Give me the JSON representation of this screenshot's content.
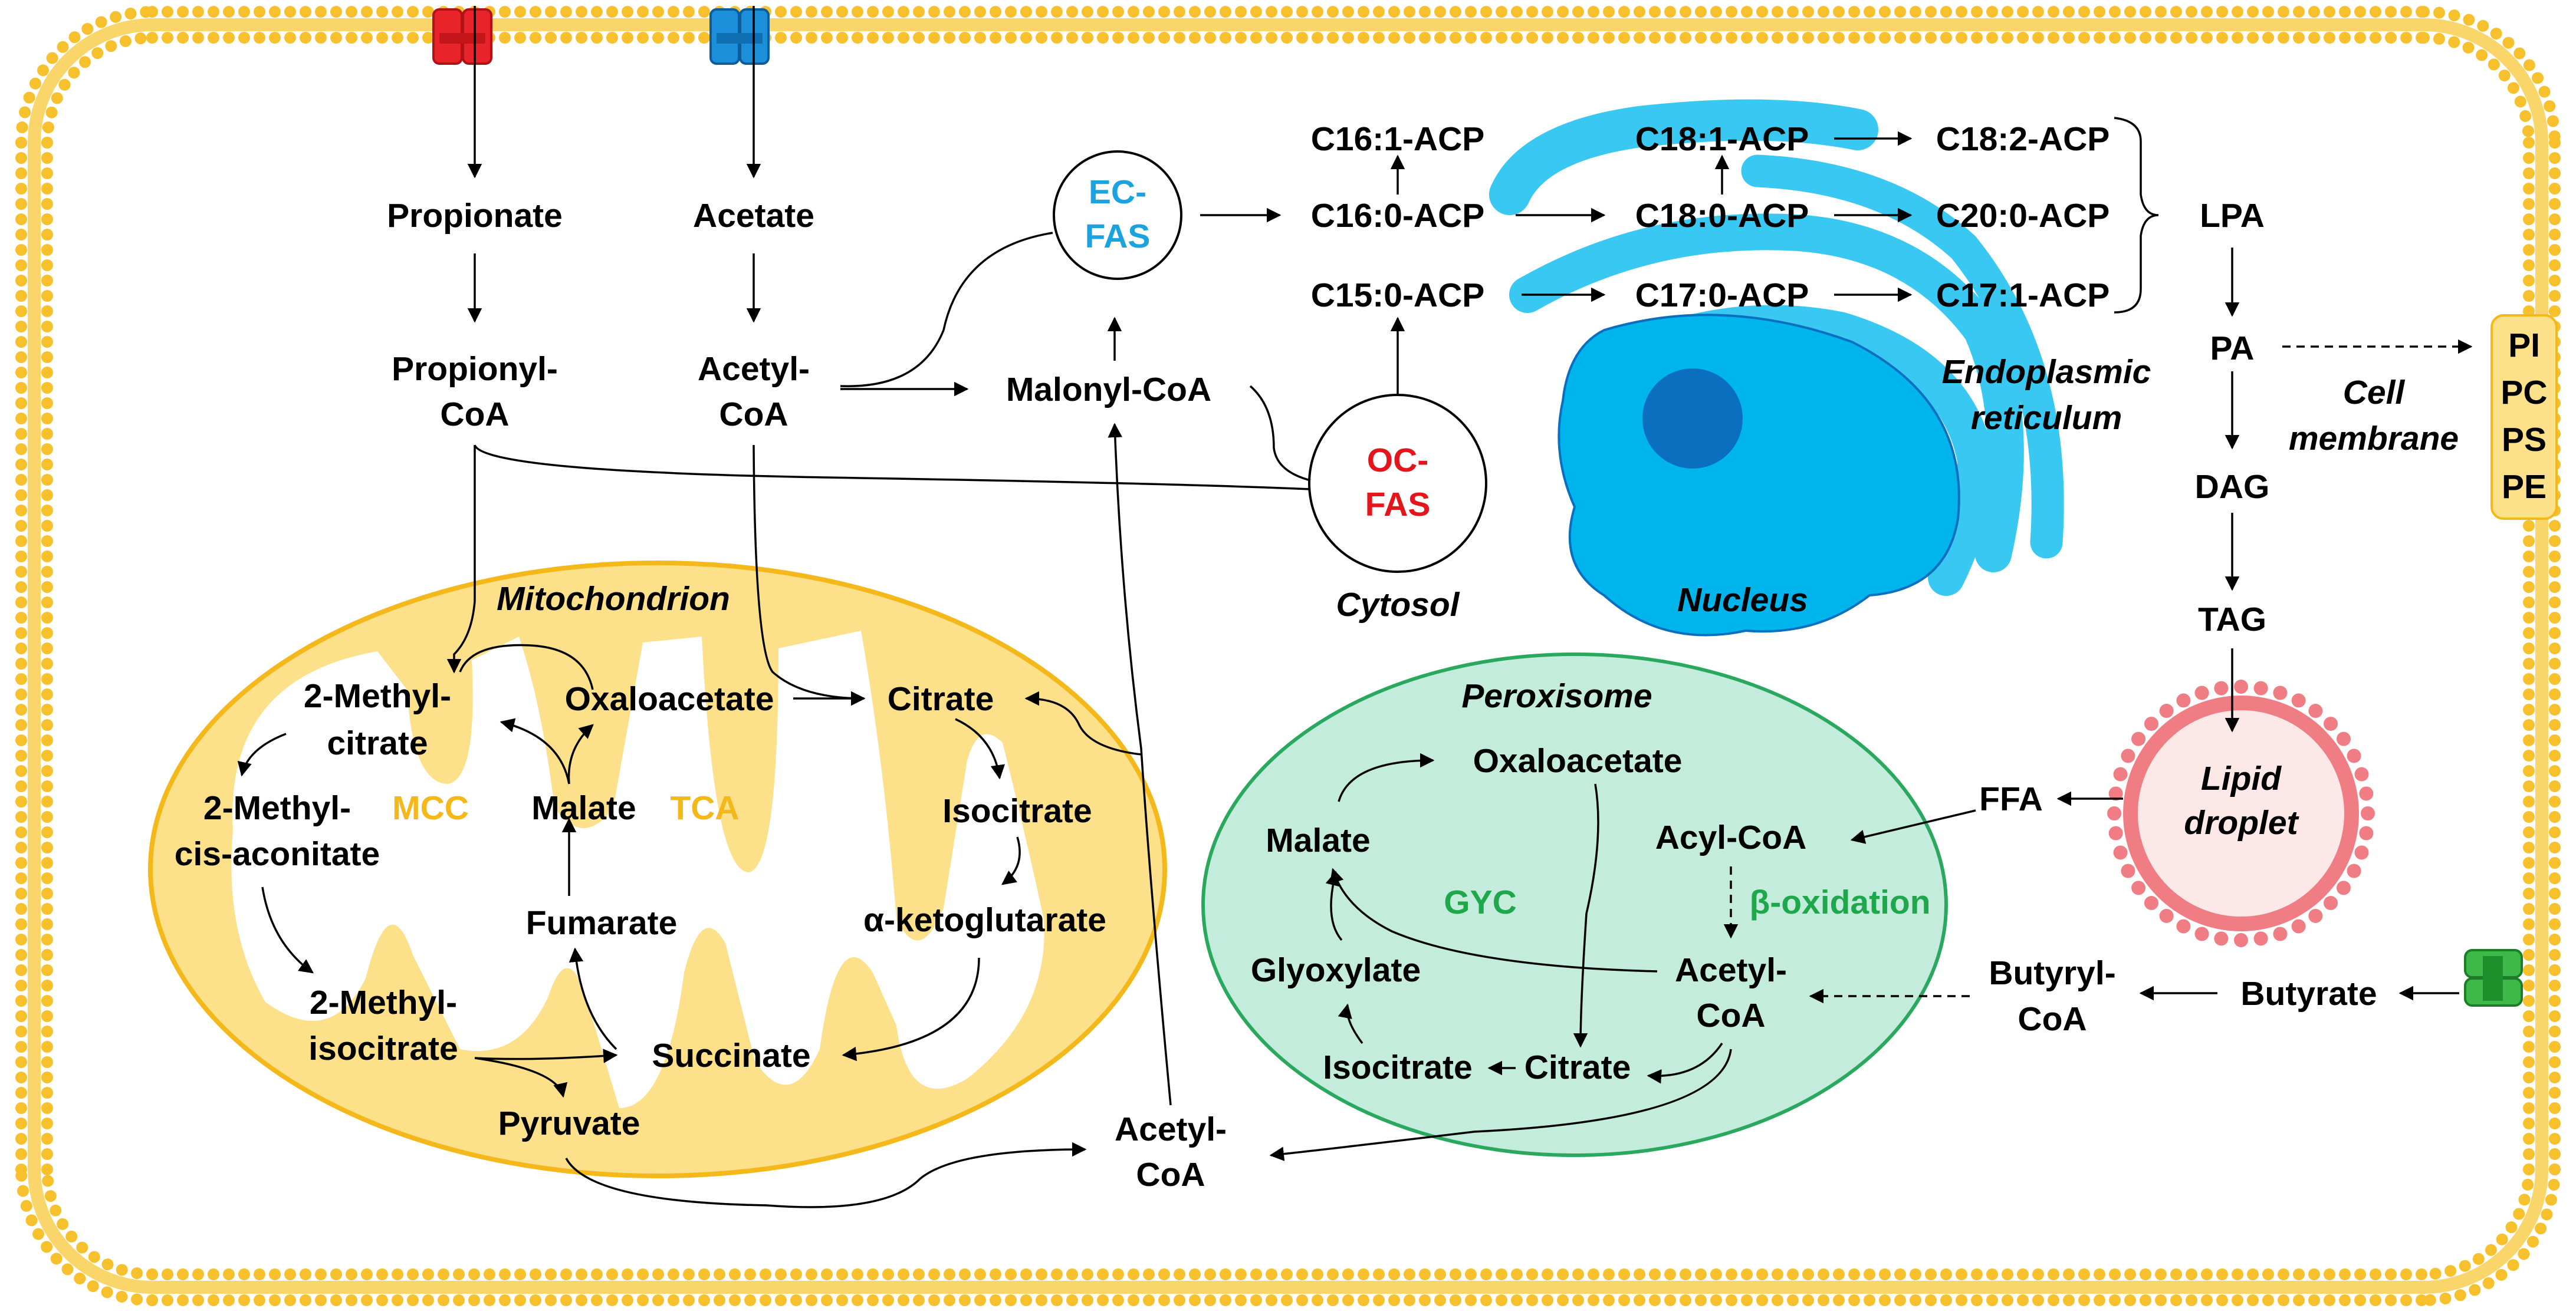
{
  "colors": {
    "membrane": "#f7c12d",
    "membrane_fill": "#f9d56a",
    "mito_fill": "#fde08a",
    "white": "#ffffff",
    "ecfas": "#1aa3de",
    "ocfas": "#e5161b",
    "mcc_tca": "#f4b81a",
    "gyc": "#1ea84b",
    "peroxisome_fill": "#c3ecdc",
    "peroxisome_stroke": "#29a85e",
    "nucleus": "#00b4ec",
    "nucleolus": "#0a6fbf",
    "er": "#38c8f2",
    "lipid": "#f07d84",
    "lipid_inner": "#fde8e8",
    "channel_red": "#e8232a",
    "channel_blue": "#1b8fd9",
    "channel_green": "#3fb84a"
  },
  "icons": {
    "propionate_channel": "red-membrane-channel",
    "acetate_channel": "blue-membrane-channel",
    "butyrate_channel": "green-membrane-channel"
  },
  "inputs": {
    "propionate": "Propionate",
    "propionyl_coa_1": "Propionyl-",
    "propionyl_coa_2": "CoA",
    "acetate": "Acetate",
    "acetyl_coa_1": "Acetyl-",
    "acetyl_coa_2": "CoA"
  },
  "cytosol": {
    "label": "Cytosol",
    "malonyl_coa": "Malonyl-CoA",
    "ecfas_1": "EC-",
    "ecfas_2": "FAS",
    "ocfas_1": "OC-",
    "ocfas_2": "FAS",
    "acetyl_coa_1": "Acetyl-",
    "acetyl_coa_2": "CoA"
  },
  "acp": {
    "c16_1": "C16:1-ACP",
    "c16_0": "C16:0-ACP",
    "c15_0": "C15:0-ACP",
    "c18_1": "C18:1-ACP",
    "c18_0": "C18:0-ACP",
    "c17_0": "C17:0-ACP",
    "c18_2": "C18:2-ACP",
    "c20_0": "C20:0-ACP",
    "c17_1": "C17:1-ACP"
  },
  "er": {
    "label_1": "Endoplasmic",
    "label_2": "reticulum"
  },
  "nucleus": {
    "label": "Nucleus"
  },
  "lipids": {
    "lpa": "LPA",
    "pa": "PA",
    "dag": "DAG",
    "tag": "TAG",
    "cell_membrane_1": "Cell",
    "cell_membrane_2": "membrane",
    "pi": "PI",
    "pc": "PC",
    "ps": "PS",
    "pe": "PE",
    "lipid_droplet_1": "Lipid",
    "lipid_droplet_2": "droplet",
    "ffa": "FFA"
  },
  "mitochondrion": {
    "label": "Mitochondrion",
    "methylcitrate_1": "2-Methyl-",
    "methylcitrate_2": "citrate",
    "methylcisaconitate_1": "2-Methyl-",
    "methylcisaconitate_2": "cis-aconitate",
    "methylisocitrate_1": "2-Methyl-",
    "methylisocitrate_2": "isocitrate",
    "pyruvate": "Pyruvate",
    "oxaloacetate": "Oxaloacetate",
    "malate": "Malate",
    "fumarate": "Fumarate",
    "succinate": "Succinate",
    "citrate": "Citrate",
    "isocitrate": "Isocitrate",
    "aketoglutarate": "α-ketoglutarate",
    "mcc": "MCC",
    "tca": "TCA"
  },
  "peroxisome": {
    "label": "Peroxisome",
    "oxaloacetate": "Oxaloacetate",
    "malate": "Malate",
    "gyc": "GYC",
    "glyoxylate": "Glyoxylate",
    "isocitrate": "Isocitrate",
    "citrate": "Citrate",
    "acyl_coa": "Acyl-CoA",
    "beta_oxidation": "β-oxidation",
    "acetyl_coa_1": "Acetyl-",
    "acetyl_coa_2": "CoA"
  },
  "butyrate": {
    "butyrate": "Butyrate",
    "butyryl_coa_1": "Butyryl-",
    "butyryl_coa_2": "CoA"
  }
}
